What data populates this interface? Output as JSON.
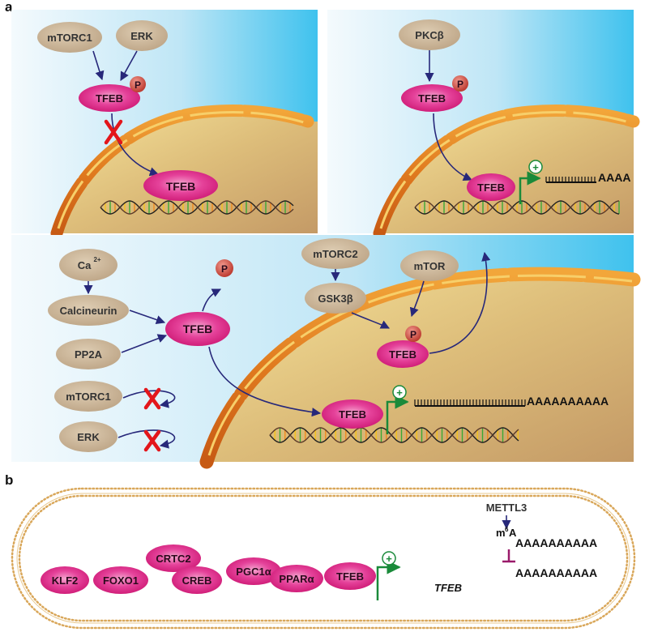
{
  "panel_a": {
    "letter": "a",
    "top_left": {
      "kinases": [
        "mTORC1",
        "ERK"
      ],
      "tfeb_cyto": "TFEB",
      "phospho": "P",
      "tfeb_nucleus": "TFEB"
    },
    "top_right": {
      "kinase": "PKCβ",
      "tfeb_cyto": "TFEB",
      "phospho": "P",
      "tfeb_nucleus": "TFEB",
      "plus": "+",
      "poly_a": "AAAA"
    },
    "bottom": {
      "ca": "Ca",
      "ca_sup": "2+",
      "calcineurin": "Calcineurin",
      "pp2a": "PP2A",
      "mtorc1": "mTORC1",
      "erk": "ERK",
      "tfeb_center": "TFEB",
      "phospho_released": "P",
      "mtorc2": "mTORC2",
      "gsk3b": "GSK3β",
      "mtor": "mTOR",
      "tfeb_nuclear_export": "TFEB",
      "phospho_export": "P",
      "tfeb_nucleus": "TFEB",
      "plus": "+",
      "poly_a": "AAAAAAAAAA"
    }
  },
  "panel_b": {
    "letter": "b",
    "mettl3": "METTL3",
    "m6a": "m",
    "m6a_sup": "6",
    "m6a_tail": "A",
    "poly_a_top": "AAAAAAAAAA",
    "poly_a_bottom": "AAAAAAAAAA",
    "gene_label": "TFEB",
    "plus": "+",
    "factors": [
      "KLF2",
      "FOXO1",
      "CRTC2",
      "CREB",
      "PGC1α",
      "PPARα",
      "TFEB"
    ]
  },
  "colors": {
    "tan_protein": "#c9b497",
    "pink_protein": "#e0207f",
    "phospho": "#c8413a",
    "arrow": "#27287a",
    "inhibit_x": "#e3161b",
    "plus_green": "#1a8a3a",
    "m6a_inhibit": "#9a1a6a",
    "membrane": "#d4a04a"
  }
}
